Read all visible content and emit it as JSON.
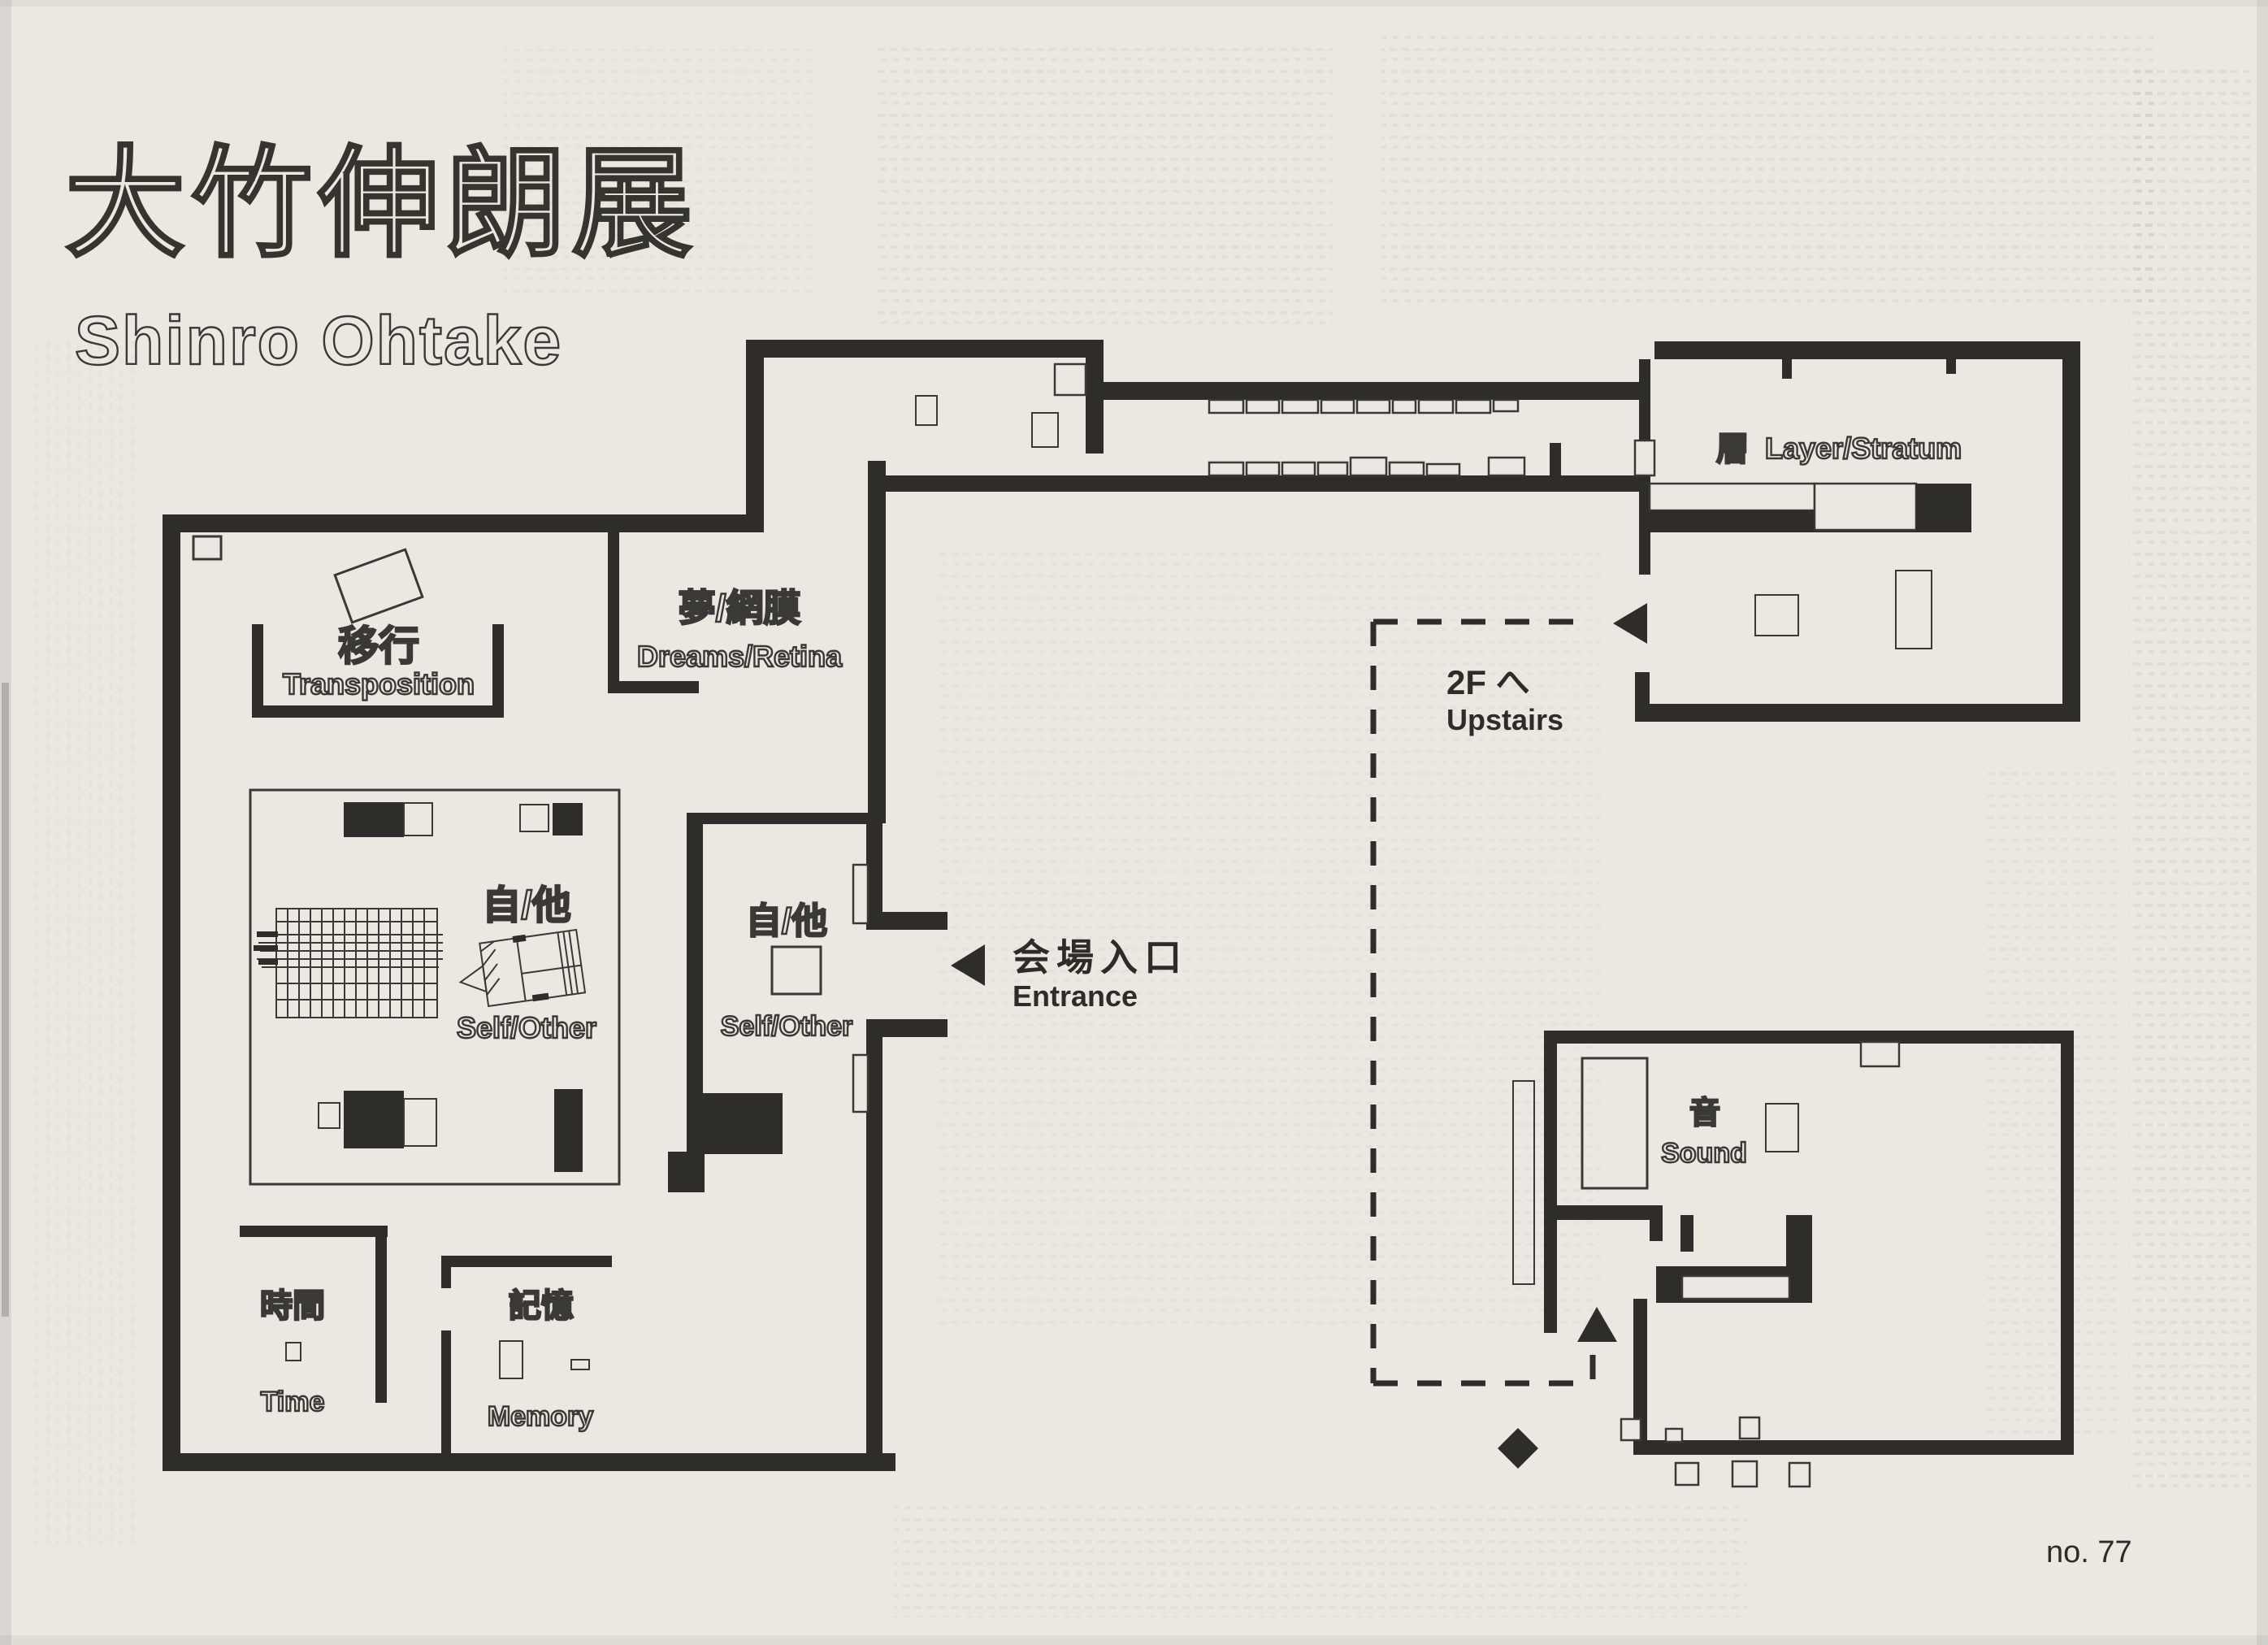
{
  "page": {
    "title_jp": "大竹伸朗展",
    "title_en": "Shinro Ohtake",
    "page_number": "no. 77"
  },
  "rooms": {
    "transposition": {
      "jp": "移行",
      "en": "Transposition"
    },
    "dreams_retina": {
      "jp": "夢/網膜",
      "en": "Dreams/Retina"
    },
    "self_other_main": {
      "jp": "自/他",
      "en": "Self/Other"
    },
    "self_other_small": {
      "jp": "自/他",
      "en": "Self/Other"
    },
    "time": {
      "jp": "時間",
      "en": "Time"
    },
    "memory": {
      "jp": "記憶",
      "en": "Memory"
    },
    "layer_stratum": {
      "jp": "層",
      "en": "Layer/Stratum"
    },
    "sound": {
      "jp": "音",
      "en": "Sound"
    }
  },
  "annotations": {
    "entrance": {
      "jp": "会場入口",
      "en": "Entrance"
    },
    "upstairs": {
      "jp": "2F へ",
      "en": "Upstairs"
    }
  },
  "icons": {
    "entrance_arrow": "left-triangle",
    "upstairs_route_arrow": "left-triangle",
    "sound_exit_arrow": "up-triangle",
    "route_marker": "diamond"
  },
  "colors": {
    "paper": "#eae8e1",
    "ink": "#2e2d2a",
    "outline": "#3a3936"
  }
}
